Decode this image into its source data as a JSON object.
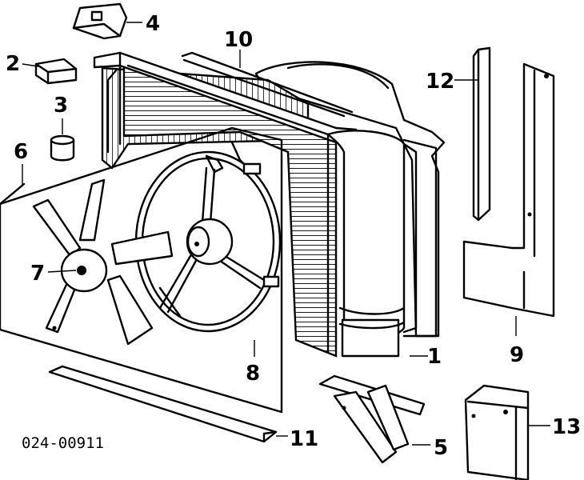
{
  "diagram": {
    "part_number": "024-00911",
    "callouts": [
      "1",
      "2",
      "3",
      "4",
      "5",
      "6",
      "7",
      "8",
      "9",
      "10",
      "11",
      "12",
      "13"
    ]
  },
  "colors": {
    "ink": "#000000",
    "paper": "#ffffff"
  }
}
